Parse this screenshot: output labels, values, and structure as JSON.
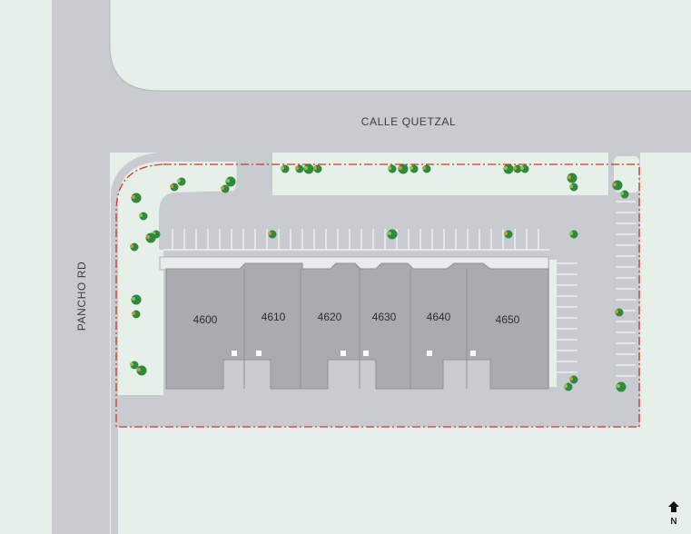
{
  "streets": {
    "north": "CALLE QUETZAL",
    "west": "PANCHO RD"
  },
  "units": [
    {
      "id": "4600"
    },
    {
      "id": "4610"
    },
    {
      "id": "4620"
    },
    {
      "id": "4630"
    },
    {
      "id": "4640"
    },
    {
      "id": "4650"
    }
  ],
  "compass": {
    "label": "N",
    "icon": "north-arrow-icon"
  },
  "colors": {
    "landscape": "#e7efe9",
    "road": "#c8ccd0",
    "building": "#a9abae",
    "property_line": "#d8332a",
    "tree": "#2e8b3d",
    "shrub_accent": "#c99a3a"
  }
}
